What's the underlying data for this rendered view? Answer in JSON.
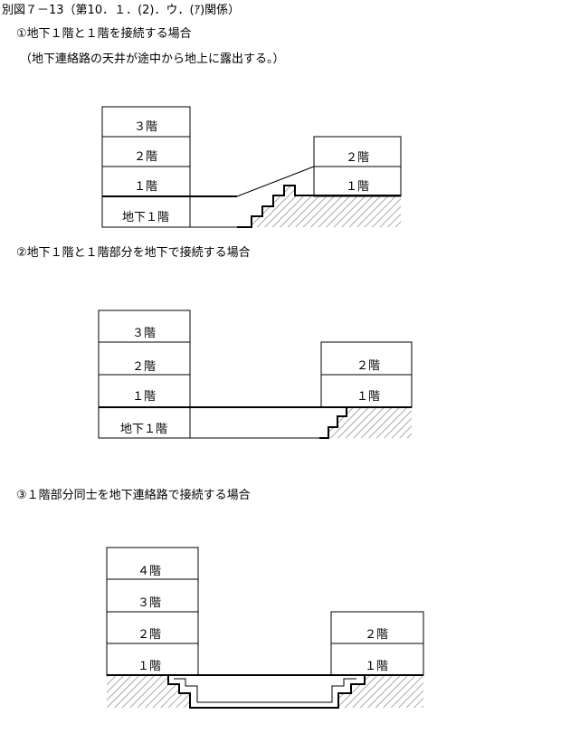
{
  "header": {
    "title": "別図７－13（第10．１．(2)．ウ．(ｱ)関係）"
  },
  "section1": {
    "heading": "①地下１階と１階を接続する場合",
    "note": "（地下連絡路の天井が途中から地上に露出する。）",
    "left_building": [
      "３階",
      "２階",
      "１階",
      "地下１階"
    ],
    "right_building": [
      "２階",
      "１階"
    ]
  },
  "section2": {
    "heading": "②地下１階と１階部分を地下で接続する場合",
    "left_building": [
      "３階",
      "２階",
      "１階",
      "地下１階"
    ],
    "right_building": [
      "２階",
      "１階"
    ]
  },
  "section3": {
    "heading": "③１階部分同士を地下連絡路で接続する場合",
    "left_building": [
      "４階",
      "３階",
      "２階",
      "１階"
    ],
    "right_building": [
      "２階",
      "１階"
    ]
  },
  "colors": {
    "line": "#000000",
    "hatch": "#aaaaaa"
  }
}
